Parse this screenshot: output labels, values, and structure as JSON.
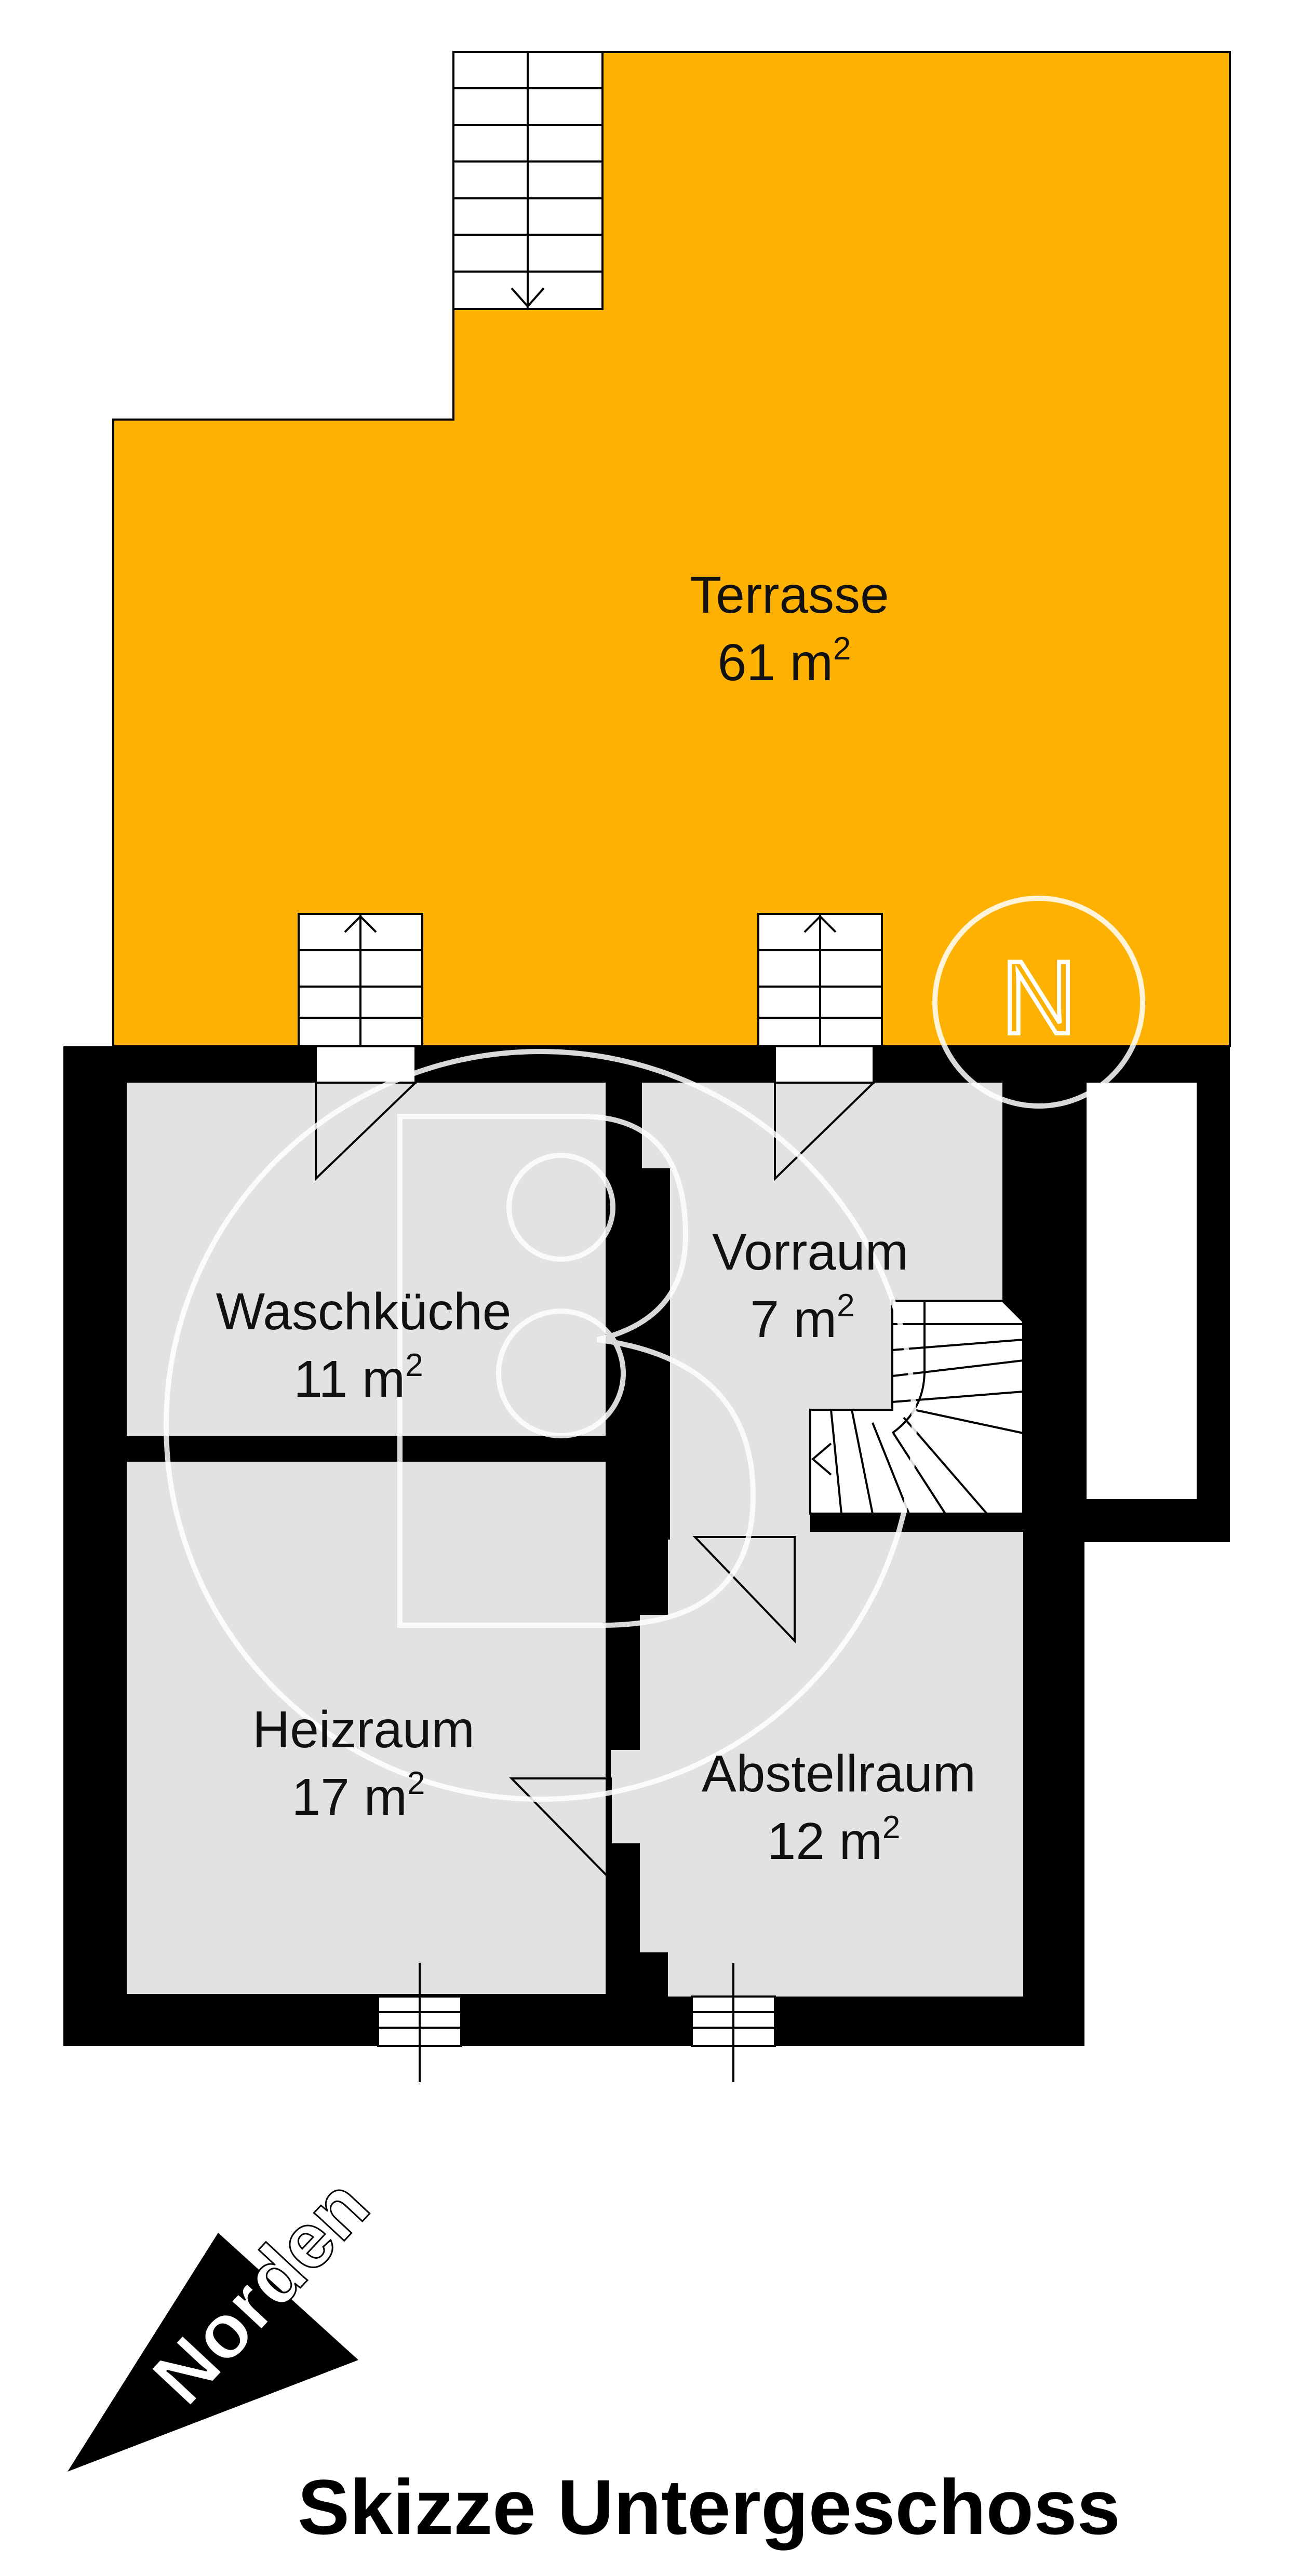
{
  "title": "Skizze Untergeschoss",
  "north_label": "Norden",
  "colors": {
    "terrace": "#FDB103",
    "room": "#E2E2E2",
    "wall": "#000000",
    "background": "#FFFFFF",
    "watermark": "#FFFFFF"
  },
  "rooms": [
    {
      "id": "terrasse",
      "name": "Terrasse",
      "area": "61 m",
      "unit_sup": "2"
    },
    {
      "id": "waschkueche",
      "name": "Waschküche",
      "area": "11 m",
      "unit_sup": "2"
    },
    {
      "id": "vorraum",
      "name": "Vorraum",
      "area": "7 m",
      "unit_sup": "2"
    },
    {
      "id": "heizraum",
      "name": "Heizraum",
      "area": "17 m",
      "unit_sup": "2"
    },
    {
      "id": "abstellraum",
      "name": "Abstellraum",
      "area": "12 m",
      "unit_sup": "2"
    }
  ],
  "watermark_letter": "N"
}
